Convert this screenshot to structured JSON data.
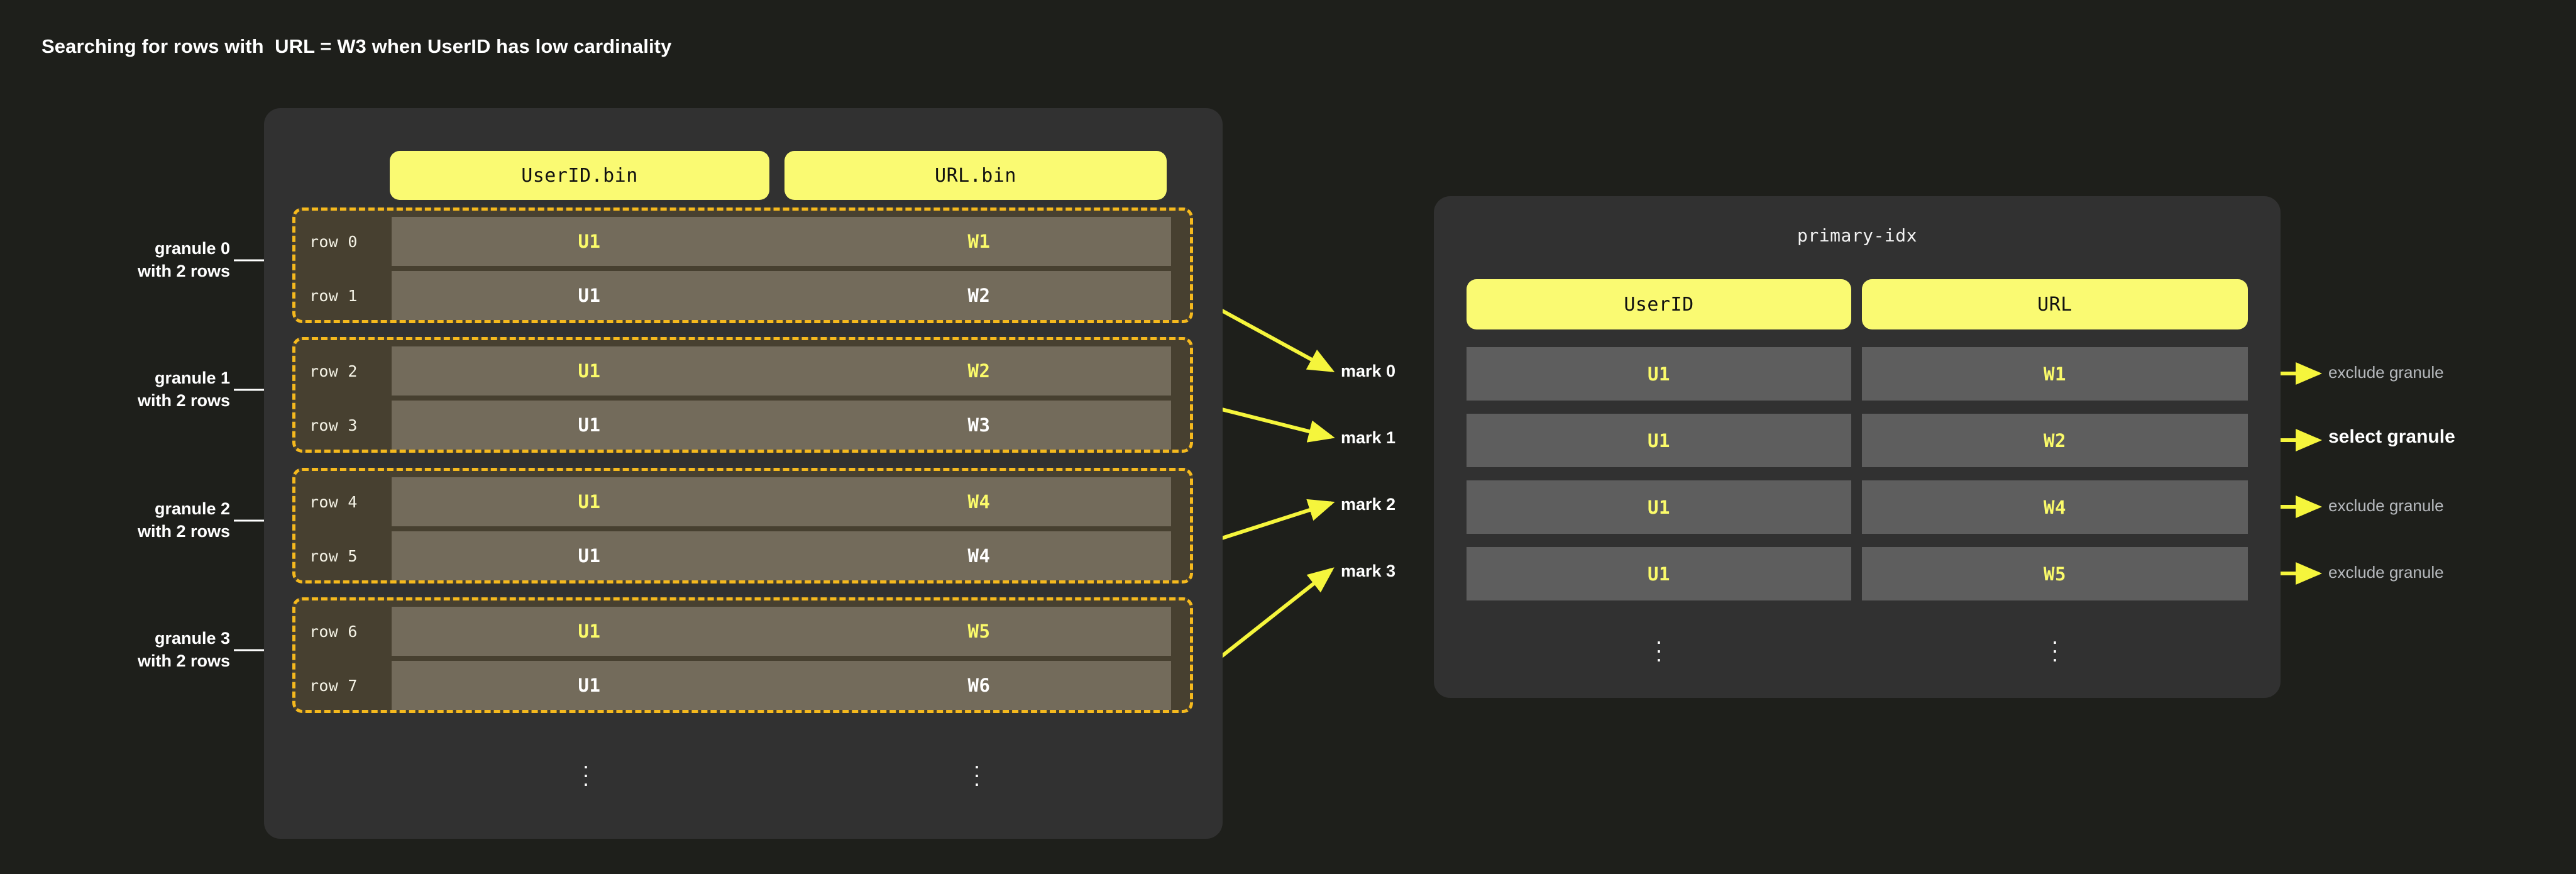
{
  "title": "Searching for rows with  URL = W3 when UserID has low cardinality",
  "colors": {
    "page_bg": "#1E1F1B",
    "panel_bg": "#313131",
    "header_yellow": "#FAFA72",
    "granule_dash": "#F5B91E",
    "granule_bg": "#474030",
    "data_cell_bg": "#736B5B",
    "index_cell_bg": "#5E5E5E",
    "highlight_text": "#FBFB6A",
    "normal_text": "#FFFFFF",
    "muted_text": "#B6B9BD",
    "arrow_yellow": "#F5F53C"
  },
  "data_part": {
    "columns": [
      {
        "label": "UserID.bin"
      },
      {
        "label": "URL.bin"
      }
    ],
    "rows": [
      {
        "label": "row 0",
        "userid": "U1",
        "url": "W1",
        "emphasis": "high"
      },
      {
        "label": "row 1",
        "userid": "U1",
        "url": "W2",
        "emphasis": "low"
      },
      {
        "label": "row 2",
        "userid": "U1",
        "url": "W2",
        "emphasis": "high"
      },
      {
        "label": "row 3",
        "userid": "U1",
        "url": "W3",
        "emphasis": "low"
      },
      {
        "label": "row 4",
        "userid": "U1",
        "url": "W4",
        "emphasis": "high"
      },
      {
        "label": "row 5",
        "userid": "U1",
        "url": "W4",
        "emphasis": "low"
      },
      {
        "label": "row 6",
        "userid": "U1",
        "url": "W5",
        "emphasis": "high"
      },
      {
        "label": "row 7",
        "userid": "U1",
        "url": "W6",
        "emphasis": "low"
      }
    ],
    "ellipsis": "⋮",
    "granule_notes": [
      "granule 0\nwith 2 rows",
      "granule 1\nwith 2 rows",
      "granule 2\nwith 2 rows",
      "granule 3\nwith 2 rows"
    ]
  },
  "marks": [
    {
      "label": "mark 0"
    },
    {
      "label": "mark 1"
    },
    {
      "label": "mark 2"
    },
    {
      "label": "mark 3"
    }
  ],
  "primary_index": {
    "caption": "primary-idx",
    "columns": [
      {
        "label": "UserID"
      },
      {
        "label": "URL"
      }
    ],
    "rows": [
      {
        "userid": "U1",
        "url": "W1"
      },
      {
        "userid": "U1",
        "url": "W2"
      },
      {
        "userid": "U1",
        "url": "W4"
      },
      {
        "userid": "U1",
        "url": "W5"
      }
    ],
    "ellipsis": "⋮"
  },
  "decisions": [
    {
      "label": "exclude granule",
      "kind": "exclude"
    },
    {
      "label": "select granule",
      "kind": "select"
    },
    {
      "label": "exclude granule",
      "kind": "exclude"
    },
    {
      "label": "exclude granule",
      "kind": "exclude"
    }
  ]
}
